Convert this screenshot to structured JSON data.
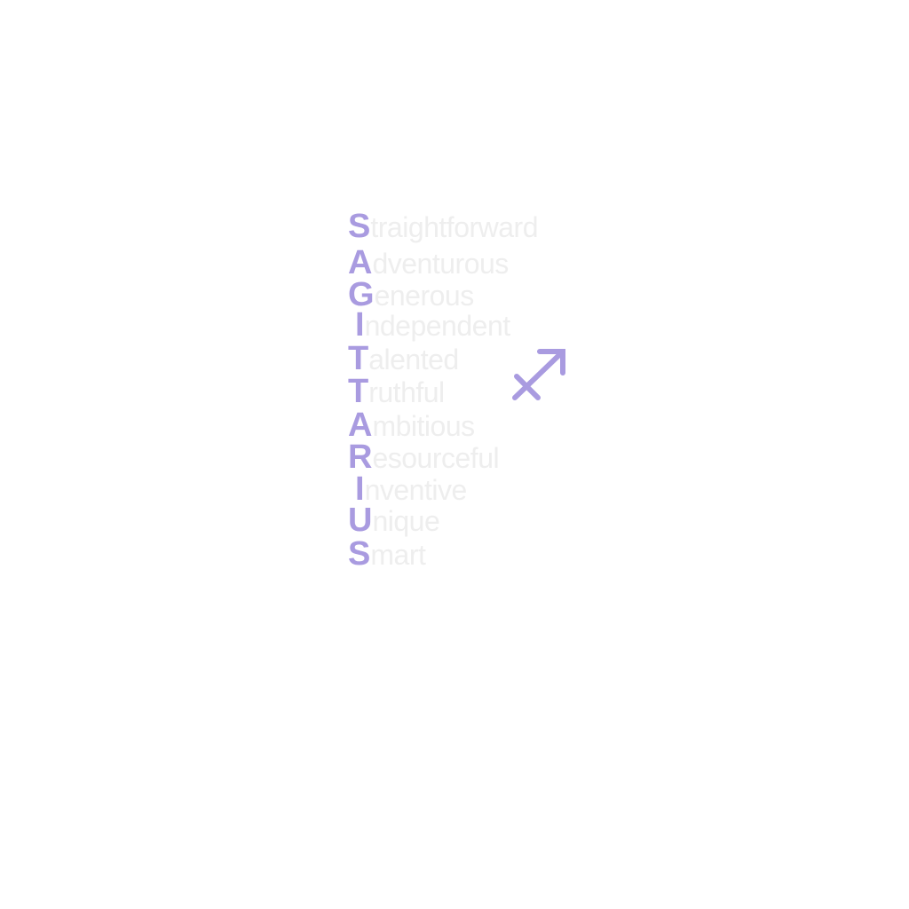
{
  "colors": {
    "accent": "#a99be0",
    "word": "#eeeeee"
  },
  "symbol_icon": "sagittarius-icon",
  "rows": [
    {
      "initial": "S",
      "rest": "traightforward"
    },
    {
      "initial": "A",
      "rest": "dventurous"
    },
    {
      "initial": "G",
      "rest": "enerous"
    },
    {
      "initial": "I",
      "rest": "ndependent"
    },
    {
      "initial": "T",
      "rest": "alented"
    },
    {
      "initial": "T",
      "rest": "ruthful"
    },
    {
      "initial": "A",
      "rest": "mbitious"
    },
    {
      "initial": "R",
      "rest": "esourceful"
    },
    {
      "initial": "I",
      "rest": "nventive"
    },
    {
      "initial": "U",
      "rest": "nique"
    },
    {
      "initial": "S",
      "rest": "mart"
    }
  ]
}
